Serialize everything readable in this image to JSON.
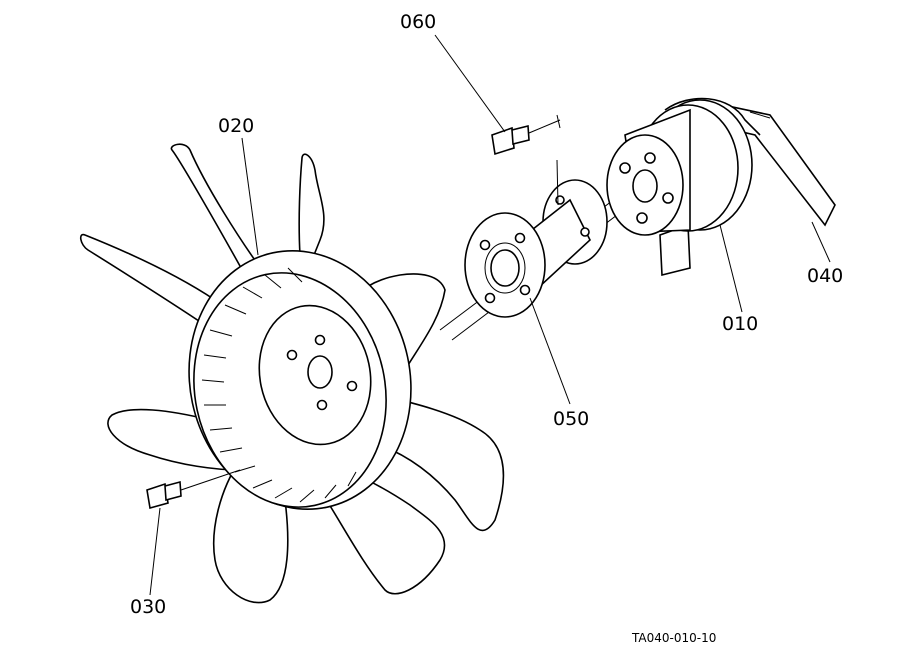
{
  "callouts": {
    "part_010": "010",
    "part_020": "020",
    "part_030": "030",
    "part_040": "040",
    "part_050": "050",
    "part_060": "060"
  },
  "figure_ref": "TA040-010-10"
}
